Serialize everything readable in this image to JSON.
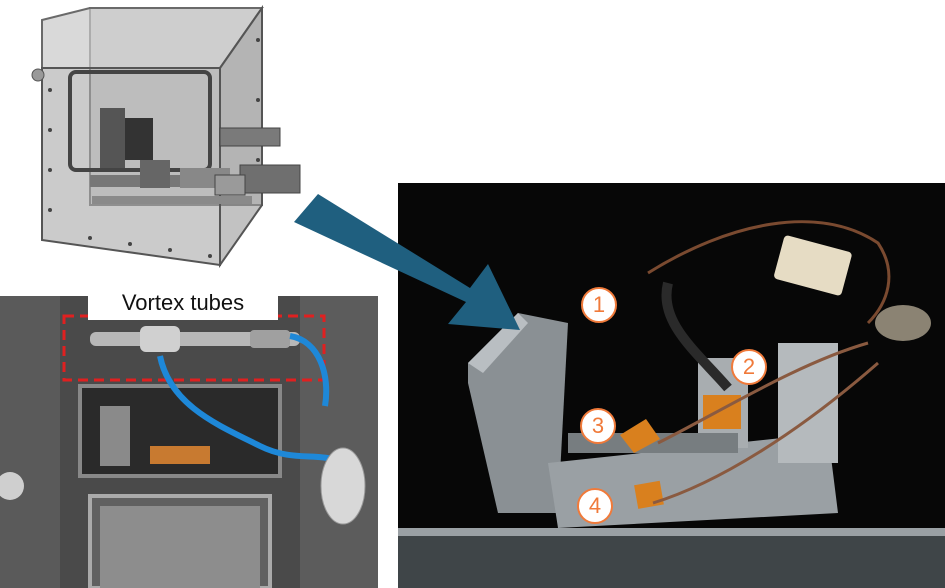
{
  "labels": {
    "vortex_tubes": "Vortex tubes"
  },
  "callouts": [
    "1",
    "2",
    "3",
    "4"
  ],
  "colors": {
    "callout_orange": "#f07a3a",
    "arrow_blue": "#1f5f7f",
    "dashed_red": "#e02020",
    "tube_blue": "#1e88d8"
  }
}
